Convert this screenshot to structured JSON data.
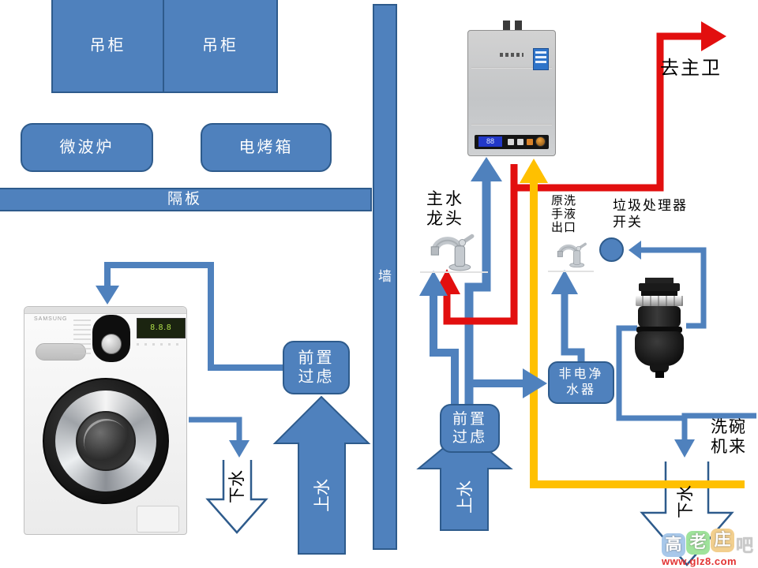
{
  "kitchen": {
    "cabinet_left": "吊柜",
    "cabinet_right": "吊柜",
    "microwave": "微波炉",
    "oven": "电烤箱",
    "partition": "隔板",
    "wall": "墙"
  },
  "boxes": {
    "prefilter_top_l1": "前置",
    "prefilter_top_l2": "过虑",
    "prefilter_bottom_l1": "前置",
    "prefilter_bottom_l2": "过虑",
    "purifier_l1": "非电净",
    "purifier_l2": "水器"
  },
  "labels": {
    "to_master_bath": "去主卫",
    "main_faucet_l1": "主水",
    "main_faucet_l2": "龙头",
    "soap_outlet_l1": "原洗",
    "soap_outlet_l2": "手液",
    "soap_outlet_l3": "出口",
    "disposal_switch_l1": "垃圾处理器",
    "disposal_switch_l2": "开关",
    "dishwasher_l1": "洗碗",
    "dishwasher_l2": "机来",
    "supply_left": "上水",
    "supply_right": "上水",
    "drain_left": "下水",
    "drain_right": "下水"
  },
  "appliances": {
    "washer_brand": "SAMSUNG",
    "washer_display": "8.8.8",
    "heater_display": "88"
  },
  "watermark": {
    "char1": "高",
    "char2": "老",
    "char3": "庄",
    "char4": "吧",
    "url": "www.glz8.com"
  },
  "colors": {
    "shape_blue": "#4F81BD",
    "shape_border": "#2E5B8C",
    "hot_water_red": "#E20F0F",
    "gas_yellow": "#FFC000"
  }
}
